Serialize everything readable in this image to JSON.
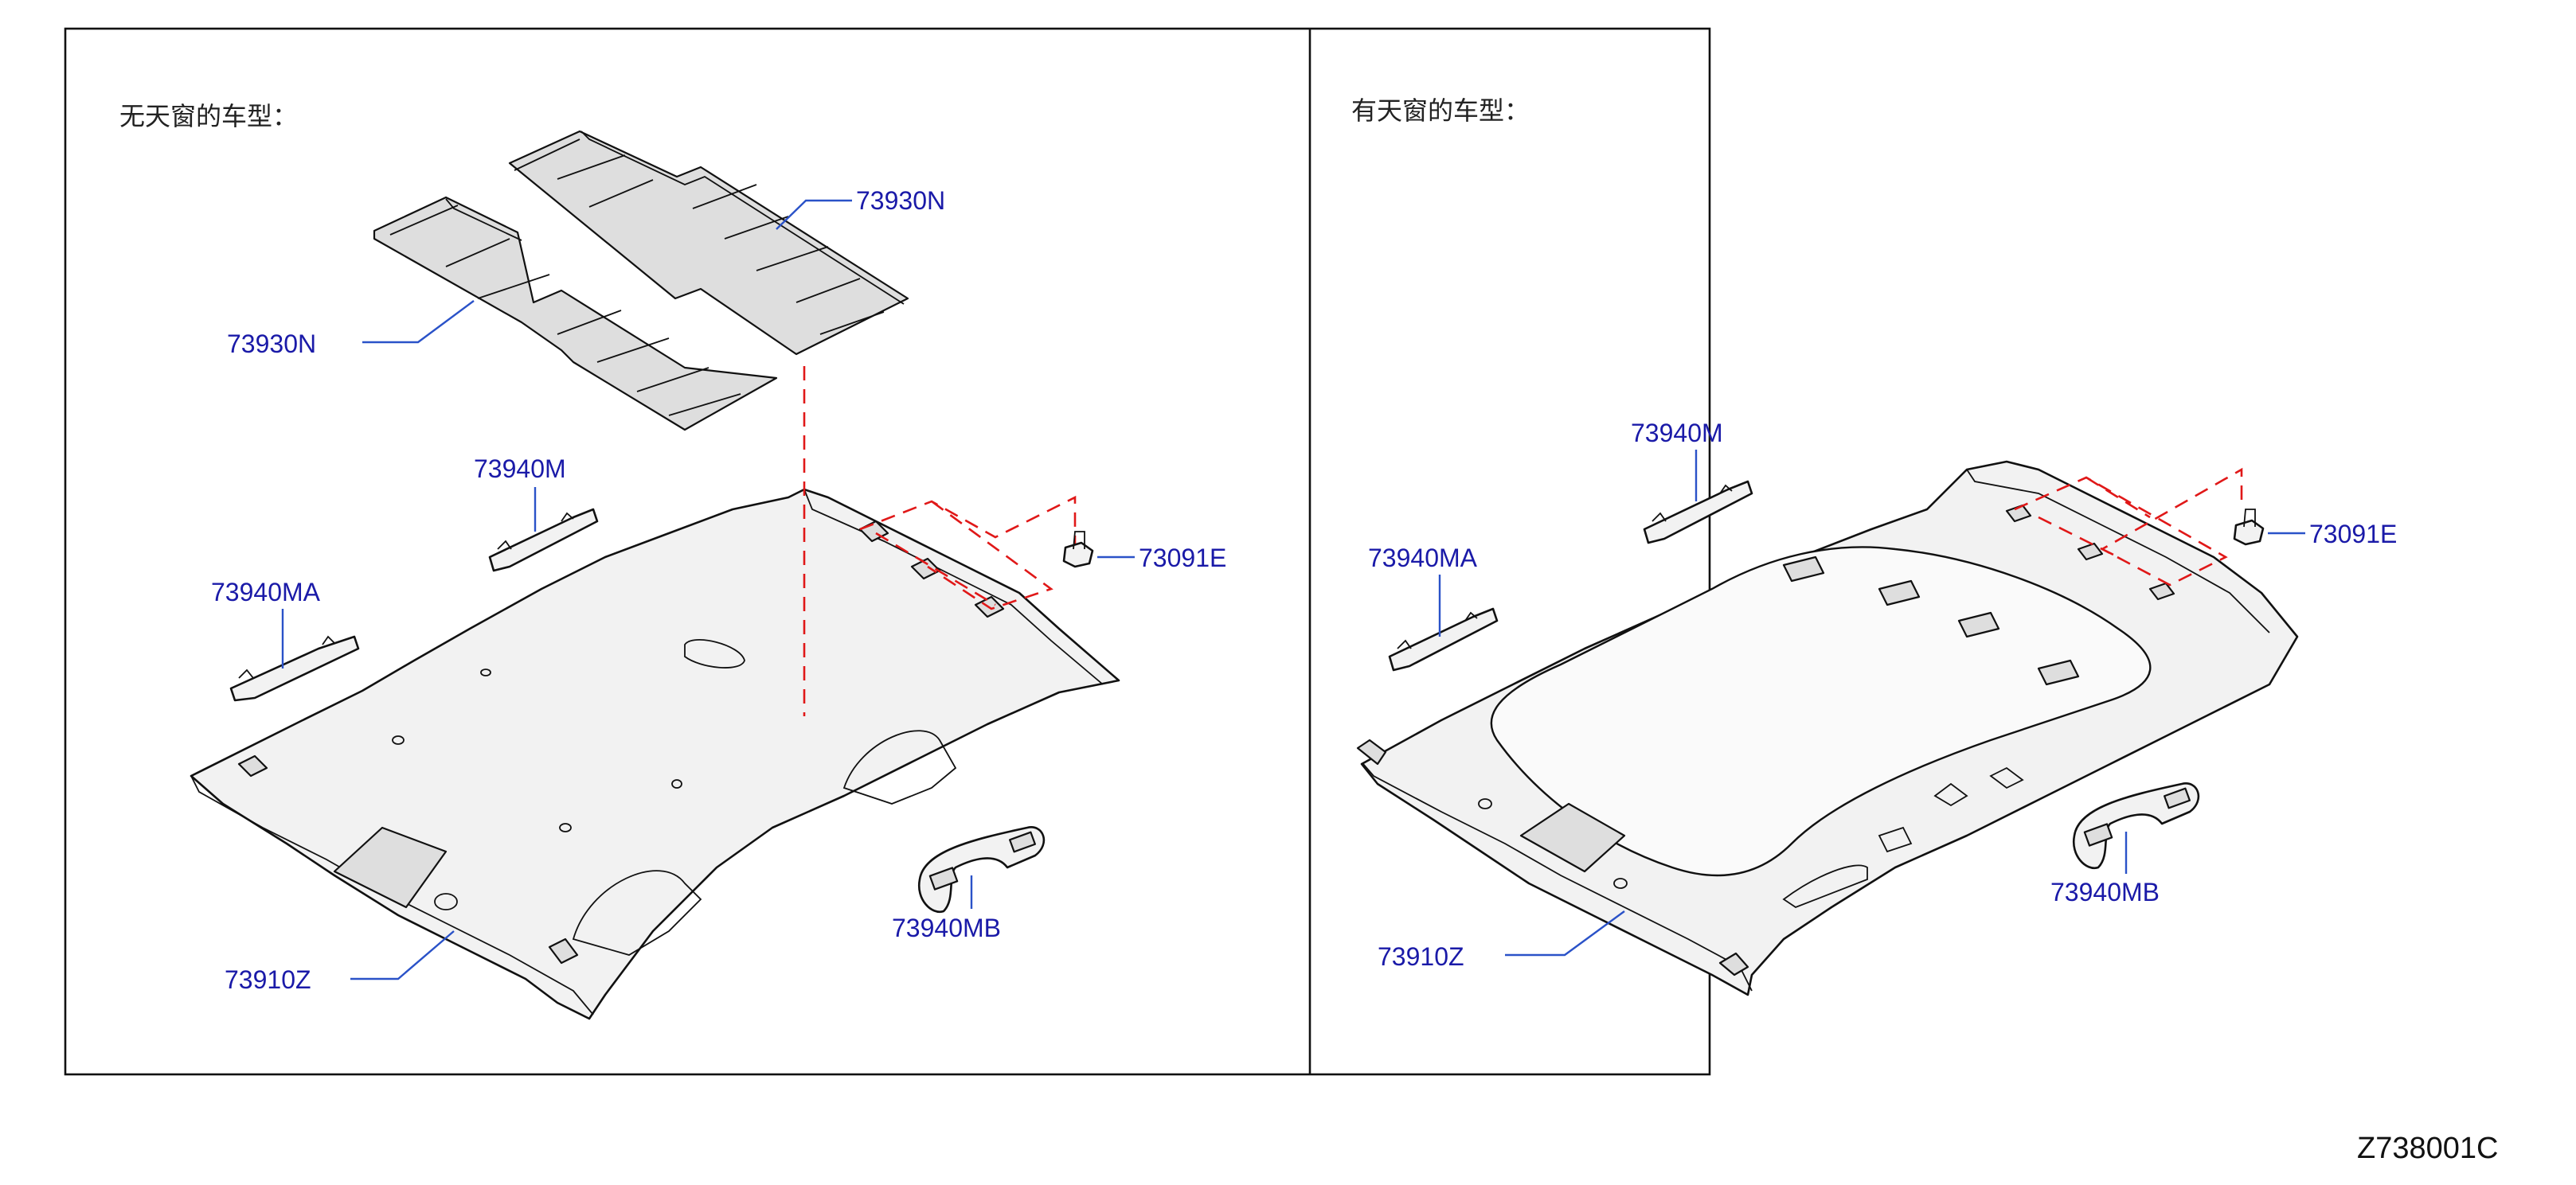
{
  "panels": {
    "left": {
      "caption": "无天窗的车型：",
      "labels": {
        "pad_rear": "73930N",
        "pad_front": "73930N",
        "grip_m": "73940M",
        "grip_ma": "73940MA",
        "clip": "73091E",
        "grip_mb": "73940MB",
        "headlining": "73910Z"
      }
    },
    "right": {
      "caption": "有天窗的车型：",
      "labels": {
        "grip_m": "73940M",
        "grip_ma": "73940MA",
        "clip": "73091E",
        "grip_mb": "73940MB",
        "headlining": "73910Z"
      }
    }
  },
  "diagram_code": "Z738001C",
  "colors": {
    "label": "#1a1aa8",
    "leader": "#2a52c8",
    "dash": "#e01818",
    "outline": "#111111"
  },
  "icons": [
    "headlining-part",
    "sound-pad-part",
    "assist-grip-part",
    "clip-part",
    "sunroof-glass"
  ]
}
